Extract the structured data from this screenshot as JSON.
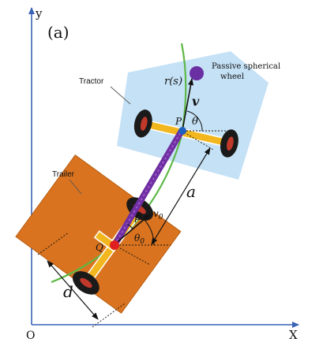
{
  "figure": {
    "panel_label": "(a)",
    "axes": {
      "x_label": "X",
      "y_label": "y",
      "origin_label": "O"
    },
    "colors": {
      "axis": "#3a62b7",
      "tractor_body": "#c5e1f6",
      "trailer_body": "#d9731f",
      "axle": "#f2b71f",
      "hitch_bar": "#6f2ea1",
      "path_curve": "#5db846",
      "hitch_point_Q": "#e02020",
      "tractor_point_P": "#1f5fbf",
      "passive_wheel": "#6a2fa2",
      "tire": "#1a1a1a"
    },
    "labels": {
      "tractor": "Tractor",
      "trailer": "Trailer",
      "passive_wheel_line1": "Passive spherical",
      "passive_wheel_line2": "wheel",
      "path": "r(s)",
      "v": "v",
      "theta": "θ",
      "P": "P",
      "a": "a",
      "v0": "v",
      "v0_sub": "0",
      "beta": "β",
      "theta0": "θ",
      "theta0_sub": "0",
      "Q": "Q",
      "d": "d"
    }
  }
}
